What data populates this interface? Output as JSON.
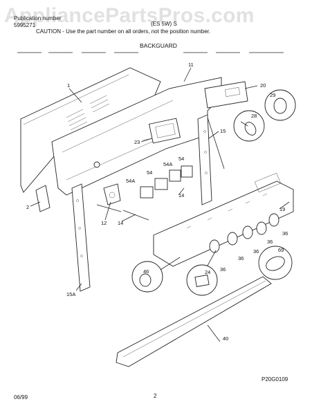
{
  "header": {
    "publication_label": "Publication number",
    "publication_number": "5995271",
    "model_title": "(ES 5W) S",
    "caution": "CAUTION - Use the part number on all orders, not the position number.",
    "section_title": "BACKGUARD"
  },
  "watermark": "AppliancePartsPros.com",
  "callouts": [
    "1",
    "11",
    "20",
    "29",
    "28",
    "23",
    "15",
    "54",
    "54A",
    "54",
    "54A",
    "14",
    "2",
    "12",
    "14",
    "19",
    "36",
    "36",
    "36",
    "36",
    "69",
    "46",
    "24",
    "36",
    "15A",
    "40"
  ],
  "footer": {
    "date": "06/99",
    "page": "2",
    "figure_code": "P20G0109"
  },
  "colors": {
    "ink": "#222222",
    "paper": "#ffffff",
    "watermark": "#787878"
  }
}
